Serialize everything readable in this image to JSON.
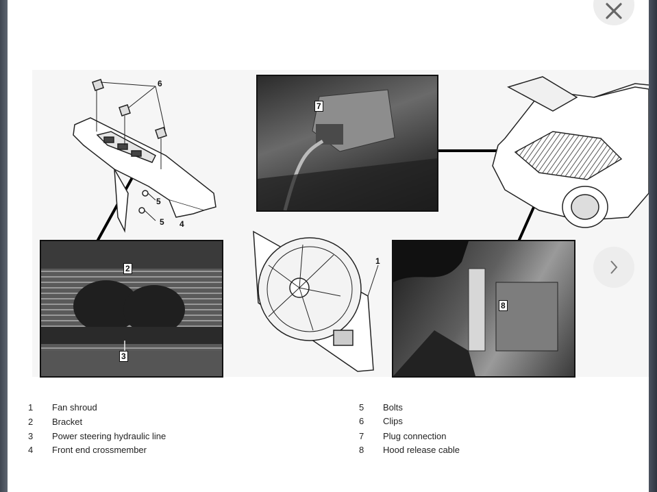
{
  "viewer": {
    "close_icon": "close-icon",
    "next_icon": "chevron-right-icon"
  },
  "figure": {
    "callouts": [
      "1",
      "2",
      "3",
      "4",
      "5",
      "5",
      "6",
      "7",
      "8"
    ]
  },
  "legend": {
    "left": [
      {
        "num": "1",
        "label": "Fan shroud"
      },
      {
        "num": "2",
        "label": "Bracket"
      },
      {
        "num": "3",
        "label": "Power steering hydraulic line"
      },
      {
        "num": "4",
        "label": "Front end crossmember"
      }
    ],
    "right": [
      {
        "num": "5",
        "label": "Bolts"
      },
      {
        "num": "6",
        "label": "Clips"
      },
      {
        "num": "7",
        "label": "Plug connection"
      },
      {
        "num": "8",
        "label": "Hood release cable"
      }
    ]
  }
}
